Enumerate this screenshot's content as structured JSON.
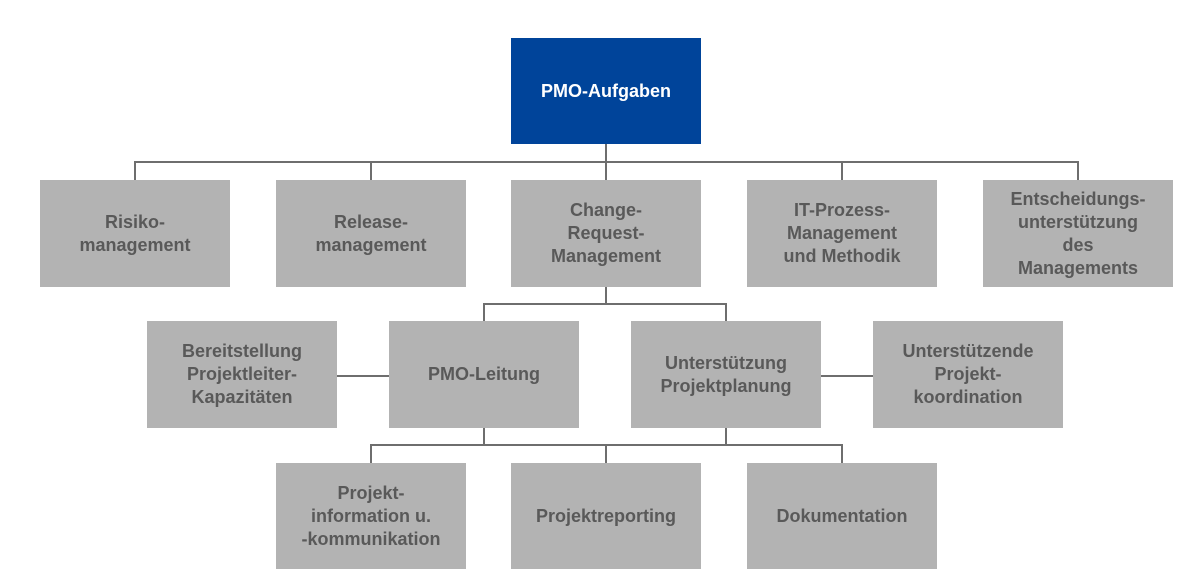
{
  "colors": {
    "root": "#00449a",
    "box": "#b3b3b3",
    "text": "#595959",
    "line": "#6e6e6e"
  },
  "root": "PMO-Aufgaben",
  "row1": [
    "Risiko-\nmanagement",
    "Release-\nmanagement",
    "Change-\nRequest-\nManagement",
    "IT-Prozess-\nManagement\nund Methodik",
    "Entscheidungs-\nunterstützung\ndes\nManagements"
  ],
  "row2": [
    "Bereitstellung\nProjektleiter-\nKapazitäten",
    "PMO-Leitung",
    "Unterstützung\nProjektplanung",
    "Unterstützende\nProjekt-\nkoordination"
  ],
  "row3": [
    "Projekt-\ninformation u.\n-kommunikation",
    "Projektreporting",
    "Dokumentation"
  ]
}
